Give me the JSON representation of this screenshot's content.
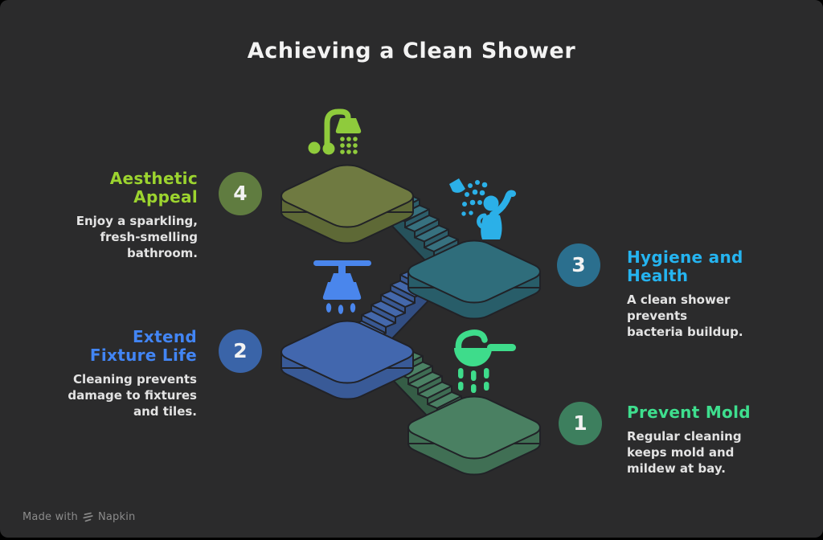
{
  "title": "Achieving a Clean Shower",
  "watermark": {
    "text": "Made with",
    "brand": "Napkin",
    "logo_icon": "napkin-logo-icon"
  },
  "background": "#2b2b2c",
  "steps": [
    {
      "num": "1",
      "title": "Prevent Mold",
      "desc": "Regular cleaning keeps mold and mildew at bay.",
      "accent": "#3ede8e",
      "circle_color": "#3d7f5e",
      "icon": "handheld-shower-icon"
    },
    {
      "num": "2",
      "title": "Extend Fixture Life",
      "desc": "Cleaning prevents damage to fixtures and tiles.",
      "accent": "#4285f4",
      "circle_color": "#3a64a8",
      "icon": "ceiling-shower-icon"
    },
    {
      "num": "3",
      "title": "Hygiene and Health",
      "desc": "A clean shower prevents bacteria buildup.",
      "accent": "#25b4f0",
      "circle_color": "#2b6f8e",
      "icon": "person-shower-icon"
    },
    {
      "num": "4",
      "title": "Aesthetic Appeal",
      "desc": "Enjoy a sparkling, fresh-smelling bathroom.",
      "accent": "#9cd42f",
      "circle_color": "#607c40",
      "icon": "shower-head-icon"
    }
  ],
  "illustration": {
    "outline": "#212227",
    "platforms": [
      {
        "name": "platform-step4-olive",
        "top": "#6f7a41",
        "side": "#5e6936"
      },
      {
        "name": "platform-step3-teal",
        "top": "#2f6d7b",
        "side": "#285d69"
      },
      {
        "name": "platform-step2-blue",
        "top": "#4267ae",
        "side": "#395a97"
      },
      {
        "name": "platform-step1-green",
        "top": "#4a8062",
        "side": "#406f54"
      }
    ],
    "stairs": [
      {
        "name": "stairs-4-to-3",
        "tread": "#37717f",
        "riser": "#2d5e6b",
        "wall": "#26525c"
      },
      {
        "name": "stairs-3-to-2",
        "tread": "#4468ab",
        "riser": "#395892",
        "wall": "#324e82"
      },
      {
        "name": "stairs-2-to-1",
        "tread": "#4b8164",
        "riser": "#3e6c53",
        "wall": "#355d46"
      }
    ],
    "icon_colors": {
      "shower_head": "#8fcb3c",
      "person": "#2bb0e8",
      "ceiling": "#4a86ec",
      "handheld": "#3edc8b"
    }
  }
}
